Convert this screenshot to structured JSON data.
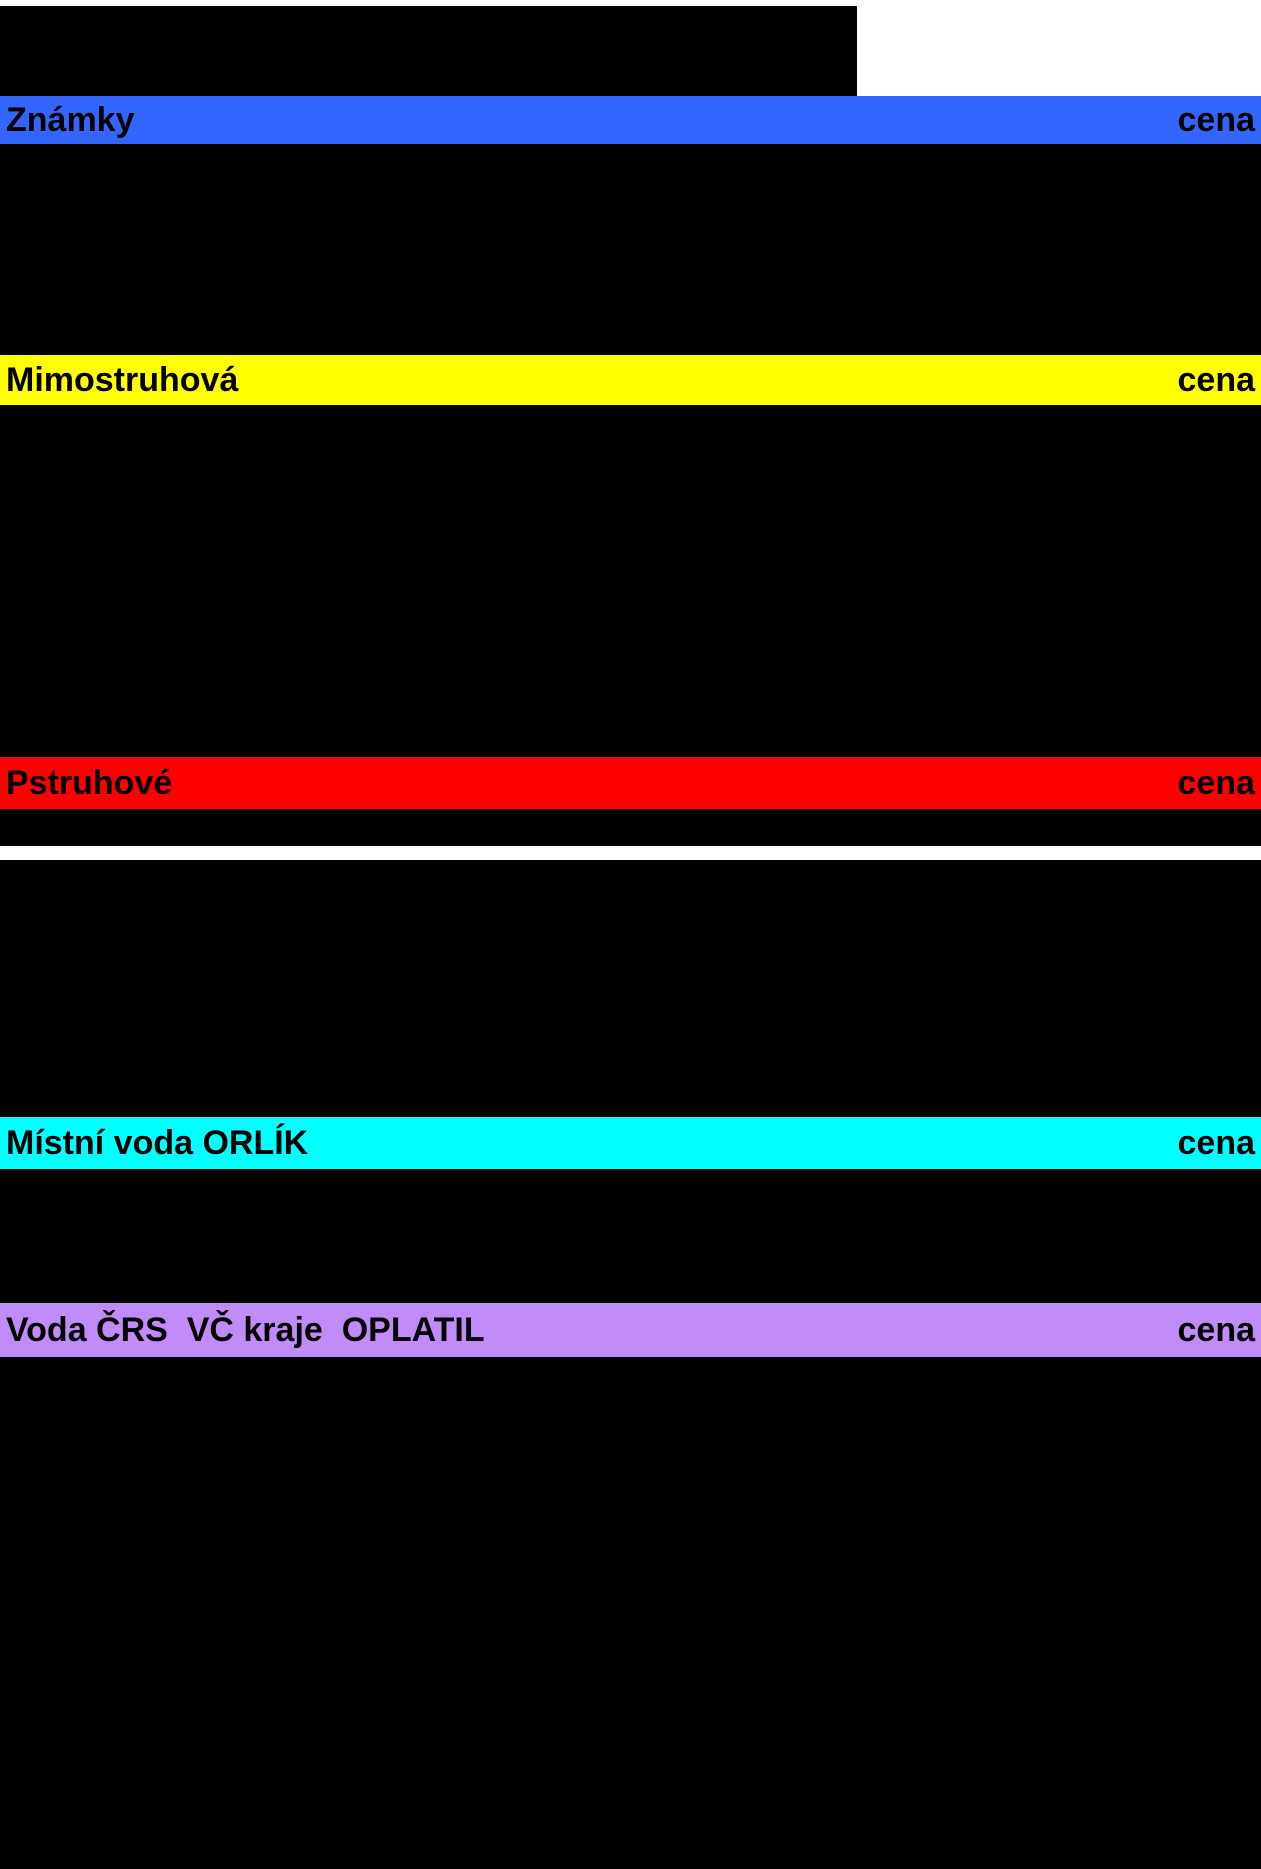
{
  "document": {
    "type": "price-list",
    "price_column_header": "cena",
    "background_color": "#FFFFFF",
    "text_color": "#000000",
    "redaction_color": "#000000"
  },
  "categories": [
    {
      "id": "znamky",
      "label": "Známky",
      "price_header": "cena",
      "bar_color": "#3366FF",
      "color_name": "blue"
    },
    {
      "id": "mimostruhova",
      "label": "Mimostruhová",
      "price_header": "cena",
      "bar_color": "#FFFF00",
      "color_name": "yellow"
    },
    {
      "id": "pstruhove",
      "label": "Pstruhové",
      "price_header": "cena",
      "bar_color": "#FF0000",
      "color_name": "red"
    },
    {
      "id": "mistni-voda-orlik",
      "label": "Místní voda ORLÍK",
      "price_header": "cena",
      "bar_color": "#00FFFF",
      "color_name": "cyan"
    },
    {
      "id": "voda-crs-vc-kraje-oplatil",
      "label": "Voda ČRS  VČ kraje  OPLATIL",
      "price_header": "cena",
      "bar_color": "#C18CF9",
      "color_name": "light-purple"
    }
  ]
}
